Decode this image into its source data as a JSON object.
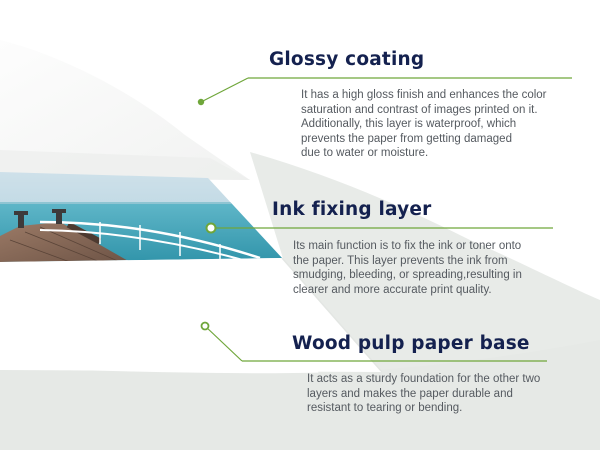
{
  "layers": [
    {
      "title": "Glossy coating",
      "lines": [
        "It has a high gloss finish and enhances the color",
        "saturation and contrast of images printed on it.",
        "Additionally, this layer is waterproof, which",
        "prevents the paper from getting damaged",
        "due to water or moisture."
      ]
    },
    {
      "title": "Ink fixing layer",
      "lines": [
        "Its main function is to fix the ink or toner onto",
        "the paper. This layer prevents the ink from",
        "smudging, bleeding, or spreading,resulting in",
        "clearer and more accurate print quality."
      ]
    },
    {
      "title": "Wood pulp paper base",
      "lines": [
        "It acts as a sturdy foundation for the other two",
        "layers and makes the paper durable and",
        "resistant to tearing or bending."
      ]
    }
  ],
  "colors": {
    "heading": "#14214f",
    "body_text": "#555a60",
    "accent_green": "#6fa63a",
    "background_curve": "#e6e9e6"
  }
}
